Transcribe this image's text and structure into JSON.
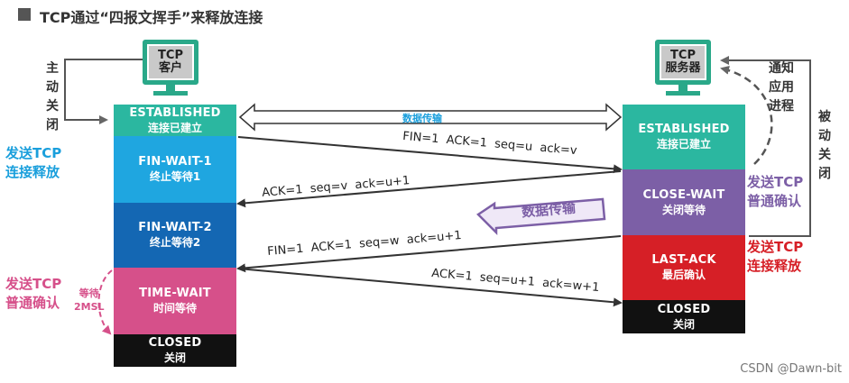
{
  "title": "TCP通过“四报文挥手”来释放连接",
  "client": {
    "label_line1": "TCP",
    "label_line2": "客户",
    "states": [
      {
        "en": "ESTABLISHED",
        "cn": "连接已建立",
        "color": "#2bb7a0"
      },
      {
        "en": "FIN-WAIT-1",
        "cn": "终止等待1",
        "color": "#1fa6e0"
      },
      {
        "en": "FIN-WAIT-2",
        "cn": "终止等待2",
        "color": "#1467b3"
      },
      {
        "en": "TIME-WAIT",
        "cn": "时间等待",
        "color": "#d6508a"
      },
      {
        "en": "CLOSED",
        "cn": "关闭",
        "color": "#111111"
      }
    ]
  },
  "server": {
    "label_line1": "TCP",
    "label_line2": "服务器",
    "states": [
      {
        "en": "ESTABLISHED",
        "cn": "连接已建立",
        "color": "#2bb7a0"
      },
      {
        "en": "CLOSE-WAIT",
        "cn": "关闭等待",
        "color": "#7c5fa6"
      },
      {
        "en": "LAST-ACK",
        "cn": "最后确认",
        "color": "#d61f26"
      },
      {
        "en": "CLOSED",
        "cn": "关闭",
        "color": "#111111"
      }
    ]
  },
  "side_labels": {
    "active_close": "主动关闭",
    "passive_close": "被动关闭",
    "notify_app": "通知应用进程",
    "client_send_release_1": "发送TCP",
    "client_send_release_2": "连接释放",
    "client_send_ack_1": "发送TCP",
    "client_send_ack_2": "普通确认",
    "server_send_ack_1": "发送TCP",
    "server_send_ack_2": "普通确认",
    "server_send_release_1": "发送TCP",
    "server_send_release_2": "连接释放",
    "wait_2msl_1": "等待",
    "wait_2msl_2": "2MSL"
  },
  "label_colors": {
    "blue": "#1a9fdc",
    "purple": "#7c5fa6",
    "red": "#d61f26",
    "pink": "#d6508a"
  },
  "messages": {
    "data_transfer_both": "数据传输",
    "m1": "FIN=1  ACK=1  seq=u  ack=v",
    "m2": "ACK=1  seq=v  ack=u+1",
    "data_transfer_server": "数据传输",
    "m3": "FIN=1  ACK=1  seq=w  ack=u+1",
    "m4": "ACK=1  seq=u+1  ack=w+1"
  },
  "watermark": "CSDN @Dawn-bit"
}
